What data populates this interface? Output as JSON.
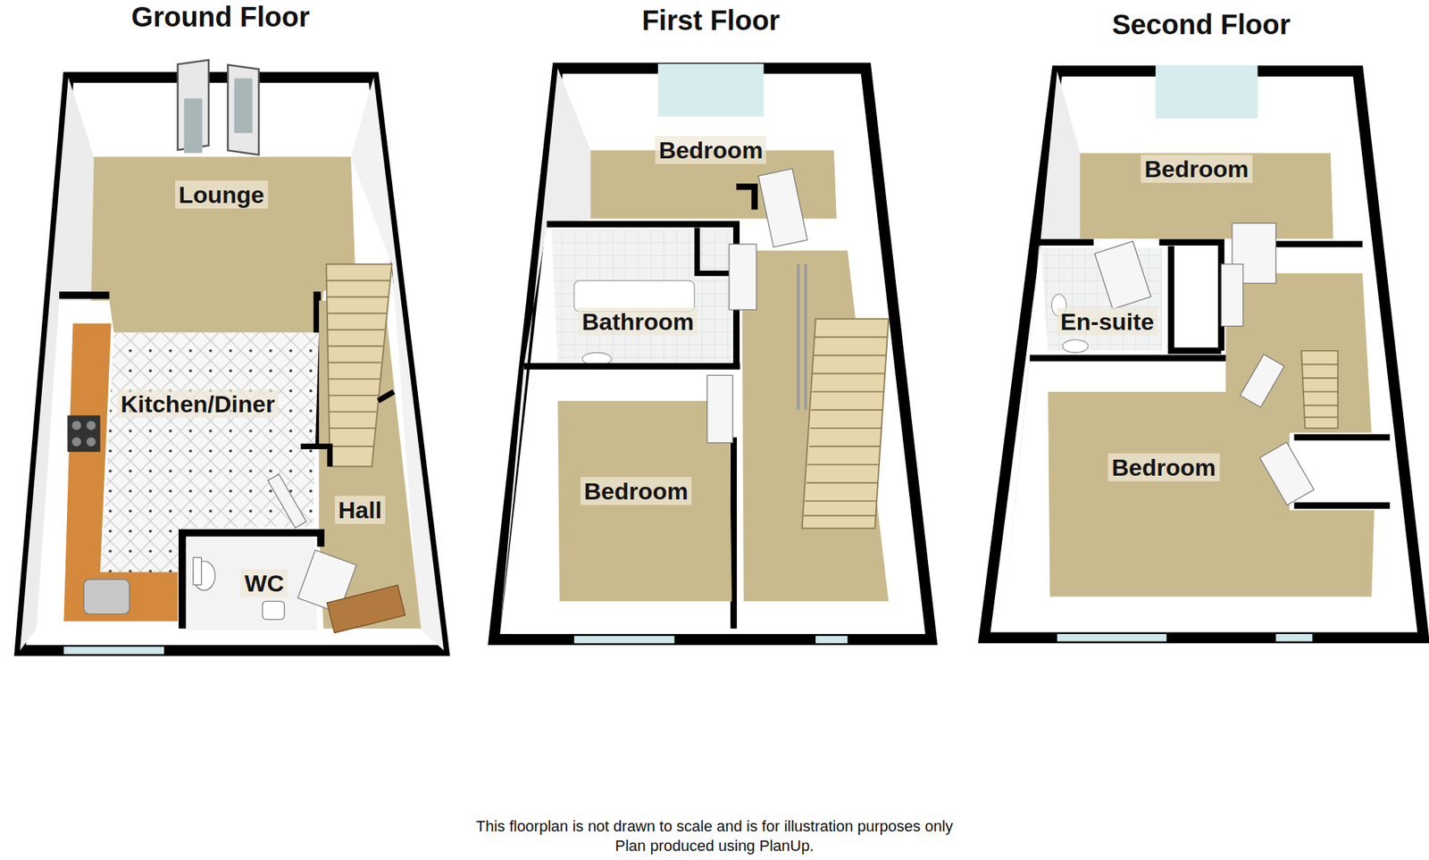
{
  "diagram": {
    "caption": "This floorplan is not drawn to scale and is for illustration purposes only",
    "nodes": [
      {
        "text": [
          "Ground Floor"
        ]
      },
      {
        "text": [
          "Lounge"
        ],
        "in": 0
      },
      {
        "text": [
          "Kitchen/Diner"
        ],
        "in": 0
      },
      {
        "text": [
          "Hall"
        ],
        "in": 0
      },
      {
        "text": [
          "WC"
        ],
        "in": 0
      },
      {
        "text": [
          "First Floor"
        ]
      },
      {
        "text": [
          "Bedroom"
        ],
        "in": 5
      },
      {
        "text": [
          "Bathroom"
        ],
        "in": 5
      },
      {
        "text": [
          "Bedroom"
        ],
        "in": 5
      },
      {
        "text": [
          "Second Floor"
        ]
      },
      {
        "text": [
          "Bedroom"
        ],
        "in": 9
      },
      {
        "text": [
          "En-suite"
        ],
        "in": 9
      },
      {
        "text": [
          "Bedroom"
        ],
        "in": 9
      }
    ],
    "labels": [
      "Plan produced using PlanUp."
    ]
  }
}
